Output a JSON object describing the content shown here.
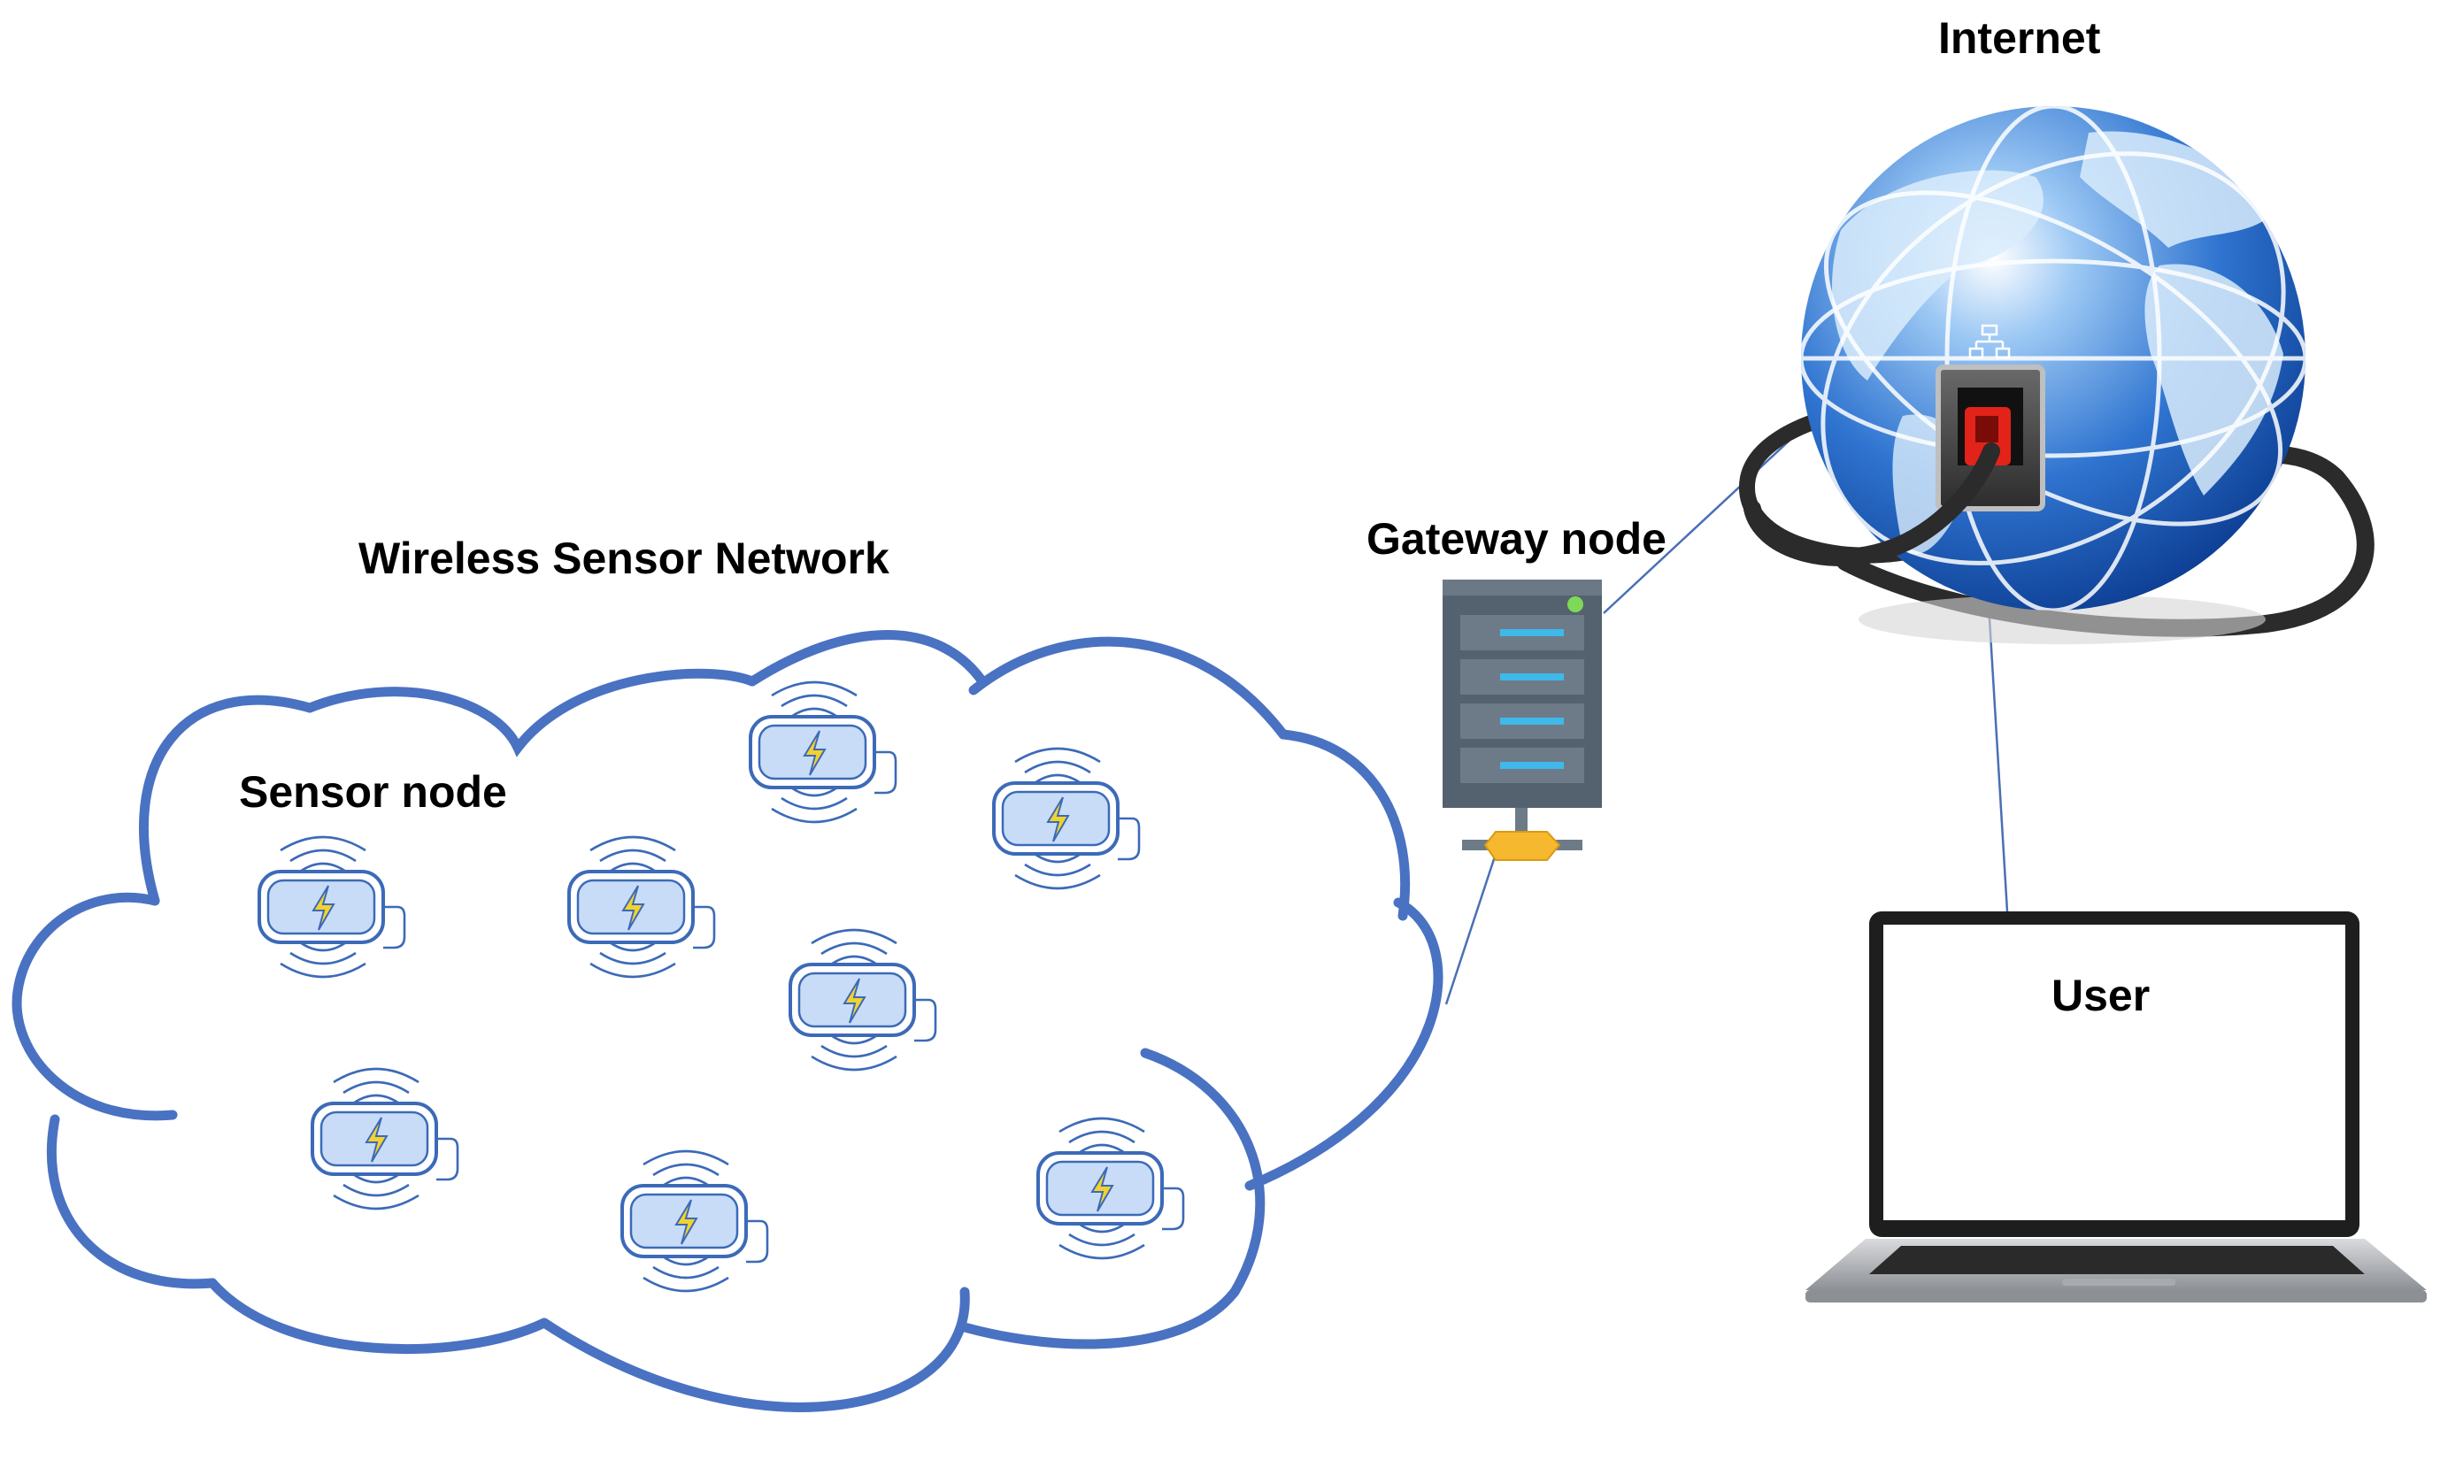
{
  "labels": {
    "internet": "Internet",
    "gateway": "Gateway node",
    "wsn": "Wireless Sensor Network",
    "sensor": "Sensor node",
    "user": "User"
  },
  "colors": {
    "cloud_stroke": "#4a72c2",
    "link_line": "#4a6fb5",
    "sensor_body": "#c9dcf7",
    "sensor_outline": "#3c6ab8",
    "bolt": "#f2d22e",
    "server_body": "#54626f",
    "server_led": "#3fb8ea",
    "server_power_led": "#7ed957",
    "connector": "#f5b82e",
    "globe_ocean": "#1f5fc4",
    "globe_land": "#d9ecfb",
    "cable": "#2b2b2b",
    "laptop_frame": "#1e1e1e",
    "laptop_base": "#b9bcc1"
  },
  "icons": {
    "sensor": "sensor-node-icon",
    "gateway": "server-icon",
    "internet": "globe-icon",
    "user": "laptop-icon"
  }
}
